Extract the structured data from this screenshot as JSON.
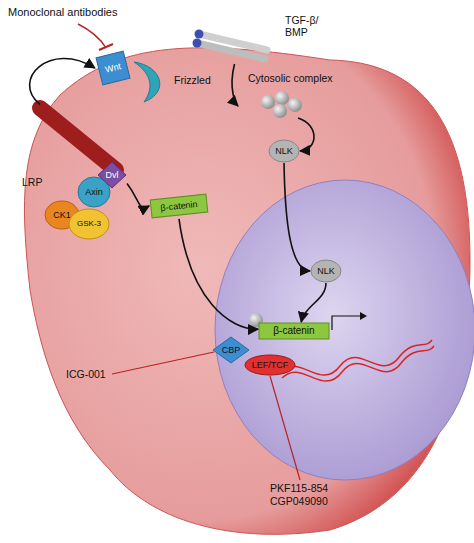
{
  "diagram": {
    "nodes": [
      {
        "text": [
          "Wnt"
        ]
      },
      {
        "text": [
          "Frizzled"
        ]
      },
      {
        "text": [
          "LRP"
        ]
      },
      {
        "text": [
          "Axin"
        ]
      },
      {
        "text": [
          "Dvl"
        ]
      },
      {
        "text": [
          "CK1"
        ]
      },
      {
        "text": [
          "GSK-3"
        ]
      },
      {
        "text": [
          "β-catenin"
        ]
      },
      {
        "text": [
          "TGF-β/ BMP"
        ]
      },
      {
        "text": [
          "Cytosolic complex"
        ]
      },
      {
        "text": [
          "NLK"
        ]
      },
      {
        "text": [
          "NLK"
        ]
      },
      {
        "text": [
          "β-catenin"
        ]
      },
      {
        "text": [
          "CBP"
        ]
      },
      {
        "text": [
          "LEF/TCF"
        ]
      }
    ],
    "edges": [
      {
        "from": 2,
        "to": 0,
        "arrow": "to"
      },
      {
        "from": 4,
        "to": 7,
        "arrow": "to"
      },
      {
        "from": 8,
        "to": 9,
        "arrow": "to"
      },
      {
        "from": 9,
        "to": 10,
        "arrow": "to"
      },
      {
        "from": 10,
        "to": 11,
        "arrow": "to"
      },
      {
        "from": 11,
        "to": 12,
        "arrow": "to"
      },
      {
        "from": 7,
        "to": 12,
        "arrow": "to"
      }
    ],
    "labels": [
      "Monoclonal antibodies",
      "ICG-001",
      "PKF115-854",
      "CGP049090"
    ]
  }
}
